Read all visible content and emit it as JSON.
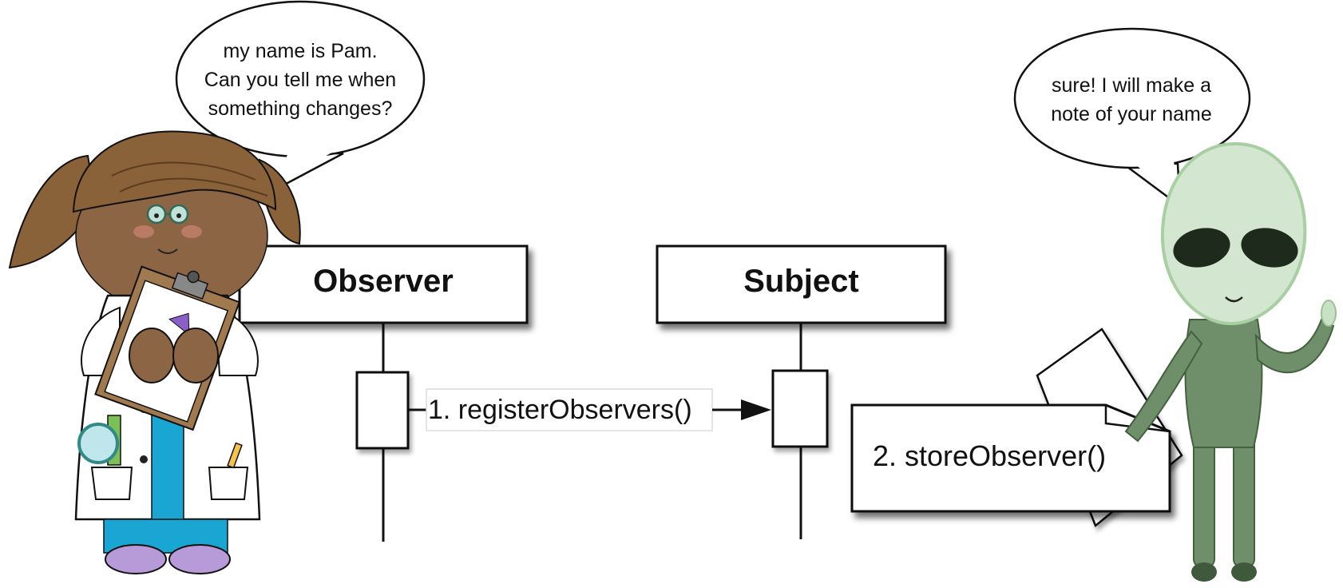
{
  "lifelines": {
    "observer": "Observer",
    "subject": "Subject"
  },
  "messages": {
    "register": "1. registerObservers()",
    "store": "2. storeObserver()"
  },
  "bubbles": {
    "pam": [
      "my name is Pam.",
      "Can you tell me when",
      "something changes?"
    ],
    "alien": [
      "sure! I will make a",
      "note of your name"
    ]
  },
  "characters": {
    "left": "scientist-girl",
    "right": "alien"
  },
  "colors": {
    "alien_body": "#6e8f6a",
    "alien_head": "#d3e6cf",
    "alien_eyes": "#1d2a1c",
    "girl_hair": "#8a6239",
    "girl_skin": "#8c6544",
    "girl_pants": "#1aa6d3",
    "girl_shoes": "#b79ad8"
  }
}
